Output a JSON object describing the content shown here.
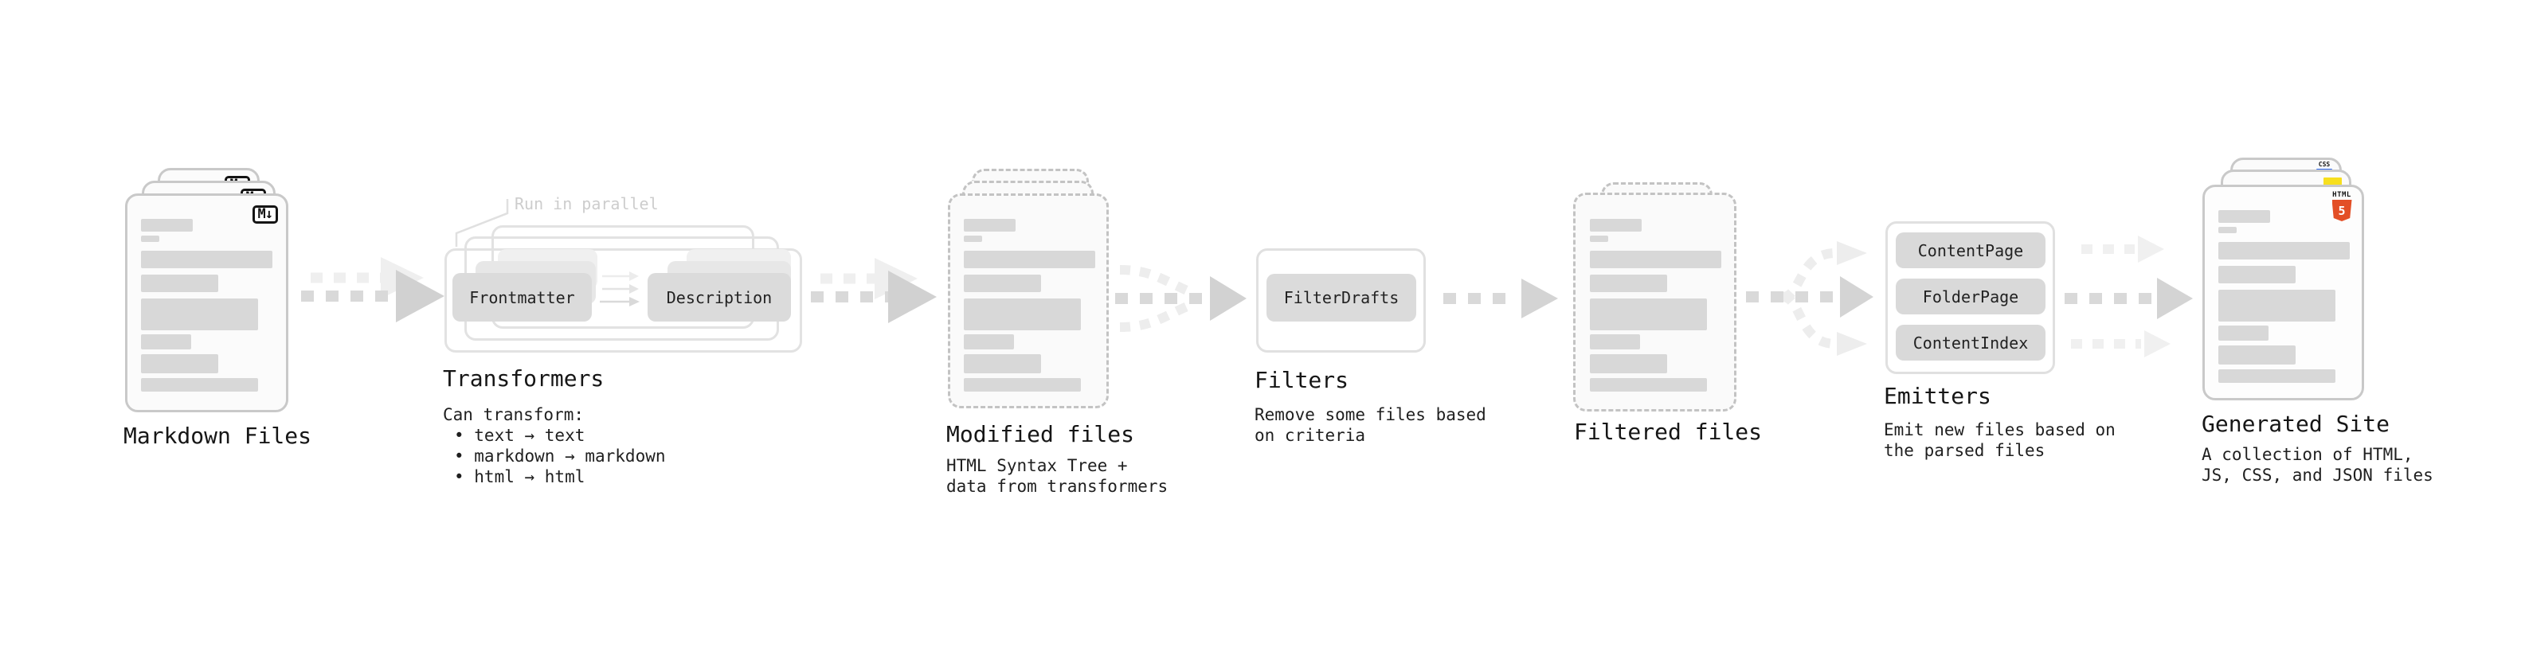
{
  "stages": {
    "markdown_files": {
      "title": "Markdown Files",
      "badge": "M↓"
    },
    "transformers": {
      "title": "Transformers",
      "note": "Run in parallel",
      "box_frontmatter": "Frontmatter",
      "box_description": "Description",
      "desc_heading": "Can transform:",
      "bullet_1": "• text → text",
      "bullet_2": "• markdown → markdown",
      "bullet_3": "• html → html"
    },
    "modified_files": {
      "title": "Modified files",
      "subtitle_1": "HTML Syntax Tree +",
      "subtitle_2": "data from transformers"
    },
    "filters": {
      "title": "Filters",
      "box_filterdrafts": "FilterDrafts",
      "subtitle_1": "Remove some files based",
      "subtitle_2": "on criteria"
    },
    "filtered_files": {
      "title": "Filtered files"
    },
    "emitters": {
      "title": "Emitters",
      "box_contentpage": "ContentPage",
      "box_folderpage": "FolderPage",
      "box_contentindex": "ContentIndex",
      "subtitle_1": "Emit new files based on",
      "subtitle_2": "the parsed files"
    },
    "generated_site": {
      "title": "Generated Site",
      "subtitle_1": "A collection of HTML,",
      "subtitle_2": "JS, CSS, and JSON files",
      "css_badge": "CSS",
      "html_badge_label": "HTML",
      "html_badge_number": "5"
    }
  },
  "colors": {
    "html5_orange": "#e34f26",
    "js_yellow": "#f7df1e",
    "css_blue": "#2f6bf2"
  }
}
